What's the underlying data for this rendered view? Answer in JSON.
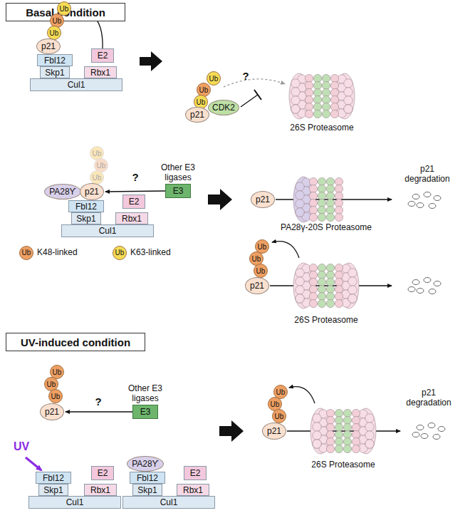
{
  "diagram": {
    "nodes": [
      {
        "text": [
          "Basal condition"
        ]
      },
      {
        "text": [
          "Ub"
        ]
      },
      {
        "text": [
          "Ub"
        ]
      },
      {
        "text": [
          "Ub"
        ]
      },
      {
        "text": [
          "p21"
        ]
      },
      {
        "text": [
          "Fbl12"
        ]
      },
      {
        "text": [
          "E2"
        ]
      },
      {
        "text": [
          "Skp1"
        ]
      },
      {
        "text": [
          "Rbx1"
        ]
      },
      {
        "text": [
          "Cul1"
        ]
      },
      {
        "text": [
          "Ub"
        ]
      },
      {
        "text": [
          "Ub"
        ]
      },
      {
        "text": [
          "Ub"
        ]
      },
      {
        "text": [
          "p21"
        ]
      },
      {
        "text": [
          "CDK2"
        ]
      },
      {
        "text": [
          "Ub"
        ]
      },
      {
        "text": [
          "Ub"
        ]
      },
      {
        "text": [
          "Ub"
        ]
      },
      {
        "text": [
          "PA28ϒ"
        ]
      },
      {
        "text": [
          "p21"
        ]
      },
      {
        "text": [
          "Fbl12"
        ]
      },
      {
        "text": [
          "E2"
        ]
      },
      {
        "text": [
          "Skp1"
        ]
      },
      {
        "text": [
          "Rbx1"
        ]
      },
      {
        "text": [
          "Cul1"
        ]
      },
      {
        "text": [
          "Other E3 ligases",
          "E3"
        ]
      },
      {
        "text": [
          "p21"
        ]
      },
      {
        "text": [
          "Ub"
        ]
      },
      {
        "text": [
          "Ub"
        ]
      },
      {
        "text": [
          "Ub"
        ]
      },
      {
        "text": [
          "p21"
        ]
      },
      {
        "text": [
          "UV-induced condition"
        ]
      },
      {
        "text": [
          "Ub"
        ]
      },
      {
        "text": [
          "Ub"
        ]
      },
      {
        "text": [
          "Ub"
        ]
      },
      {
        "text": [
          "p21"
        ]
      },
      {
        "text": [
          "Other E3 ligases",
          "E3"
        ]
      },
      {
        "text": [
          "Fbl12"
        ]
      },
      {
        "text": [
          "E2"
        ]
      },
      {
        "text": [
          "Skp1"
        ]
      },
      {
        "text": [
          "Rbx1"
        ]
      },
      {
        "text": [
          "Cul1"
        ]
      },
      {
        "text": [
          "PA28ϒ"
        ]
      },
      {
        "text": [
          "Fbl12"
        ]
      },
      {
        "text": [
          "E2"
        ]
      },
      {
        "text": [
          "Skp1"
        ]
      },
      {
        "text": [
          "Rbx1"
        ]
      },
      {
        "text": [
          "Cul1"
        ]
      },
      {
        "text": [
          "Ub"
        ]
      },
      {
        "text": [
          "Ub"
        ]
      },
      {
        "text": [
          "Ub"
        ]
      },
      {
        "text": [
          "p21"
        ]
      }
    ],
    "edges": [
      {
        "from": 6,
        "to": 1,
        "arrow": "to"
      },
      {
        "from": 25,
        "to": 19,
        "arrow": "to"
      },
      {
        "from": 36,
        "to": 35,
        "arrow": "to"
      }
    ],
    "labels": [
      "?",
      "26S Proteasome",
      "?",
      "PA28γ-20S Proteasome",
      "p21 degradation",
      "26S Proteasome",
      "Ub",
      "Ub",
      "?",
      "UV",
      "26S Proteasome",
      "p21 degradation"
    ],
    "legend": [
      {
        "text": "K48-linked",
        "color": "#ee9f63"
      },
      {
        "text": "K63-linked",
        "color": "#f5dc55"
      }
    ]
  }
}
